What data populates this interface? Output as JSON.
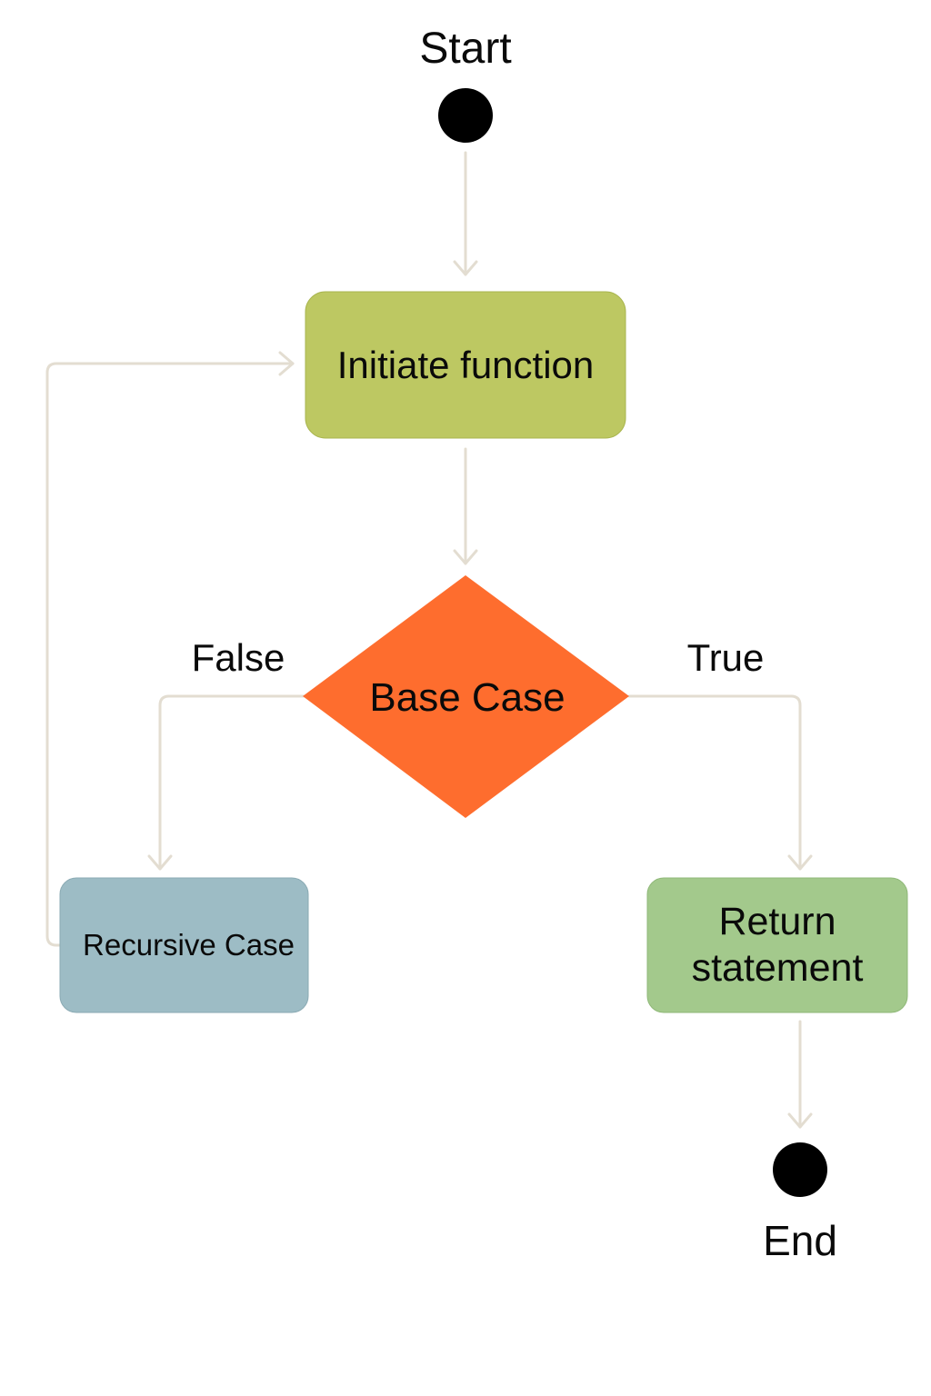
{
  "colors": {
    "terminal": "#000000",
    "process_node": "#bdc862",
    "decision_node": "#fe6d2e",
    "recursive_node": "#9dbcc5",
    "return_node": "#a3c98c",
    "connector": "#e3ddd1"
  },
  "nodes": {
    "start": {
      "label": "Start"
    },
    "initiate": {
      "label": "Initiate function"
    },
    "decision": {
      "label": "Base Case"
    },
    "recursive": {
      "label": "Recursive Case"
    },
    "return_stmt": {
      "line1": "Return",
      "line2": "statement"
    },
    "end": {
      "label": "End"
    }
  },
  "edges": {
    "false_label": "False",
    "true_label": "True"
  }
}
